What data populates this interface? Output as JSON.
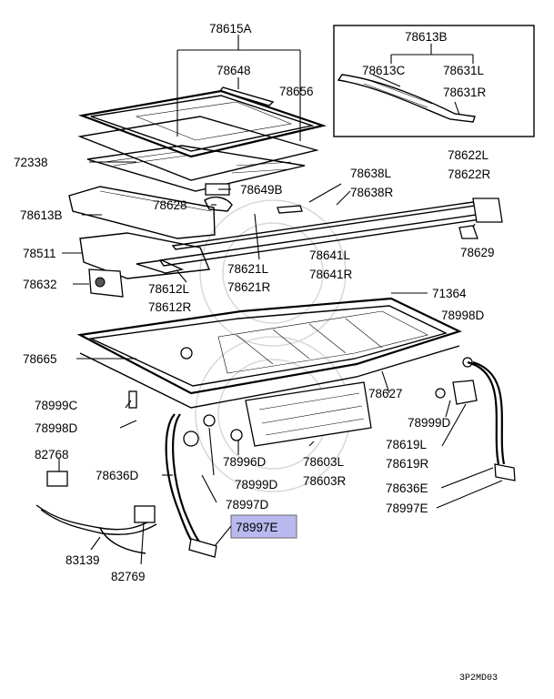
{
  "diagram": {
    "highlight_color": "#b9b9f0",
    "code": "3P2MD03",
    "labels": {
      "p78615A": "78615A",
      "p78648": "78648",
      "p78656": "78656",
      "p72338": "72338",
      "p78649B": "78649B",
      "p78628": "78628",
      "p78613B_left": "78613B",
      "p78511": "78511",
      "p78632": "78632",
      "p78612L": "78612L",
      "p78612R": "78612R",
      "p78621L": "78621L",
      "p78621R": "78621R",
      "p78638L": "78638L",
      "p78638R": "78638R",
      "p78641L": "78641L",
      "p78641R": "78641R",
      "p78622L": "78622L",
      "p78622R": "78622R",
      "p78629": "78629",
      "p78613B_inset": "78613B",
      "p78613C": "78613C",
      "p78631L": "78631L",
      "p78631R": "78631R",
      "p71364": "71364",
      "p78665": "78665",
      "p78998D_right": "78998D",
      "p78999C": "78999C",
      "p78998D_left": "78998D",
      "p78627": "78627",
      "p78999D_right": "78999D",
      "p78996D": "78996D",
      "p78603L": "78603L",
      "p78603R": "78603R",
      "p78619L": "78619L",
      "p78619R": "78619R",
      "p78636D": "78636D",
      "p78999D_center": "78999D",
      "p78636E": "78636E",
      "p78997D": "78997D",
      "p78997E_right": "78997E",
      "p78997E_highlight": "78997E",
      "p82768": "82768",
      "p83139": "83139",
      "p82769": "82769"
    }
  }
}
